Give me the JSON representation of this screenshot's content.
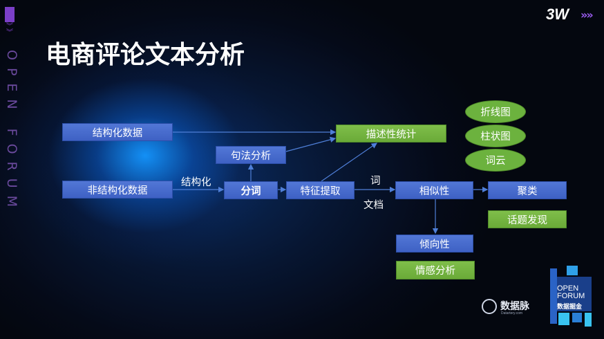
{
  "title": "电商评论文本分析",
  "brand": {
    "name": "3W",
    "chevrons": "»»"
  },
  "side_text": "OPEN FORUM",
  "nodes": {
    "structured": "结构化数据",
    "unstructured": "非结构化数据",
    "syntax": "句法分析",
    "segment": "分词",
    "features": "特征提取",
    "stats": "描述性统计",
    "similarity": "相似性",
    "clustering": "聚类",
    "topic": "话题发现",
    "tendency": "倾向性",
    "sentiment": "情感分析",
    "line_chart": "折线图",
    "bar_chart": "柱状图",
    "word_cloud": "词云"
  },
  "edge_labels": {
    "structuring": "结构化",
    "word": "词",
    "document": "文档"
  },
  "logos": {
    "datamai": {
      "name": "数据脉",
      "sub": "Datartery.com"
    },
    "openforum": {
      "line1": "OPEN",
      "line2": "FORUM",
      "cn": "数据掘金"
    }
  },
  "colors": {
    "blue_box": "#4a6fd0",
    "green_box": "#72b340",
    "accent_purple": "#7b3fc8",
    "arrow": "#4f7fd8"
  }
}
